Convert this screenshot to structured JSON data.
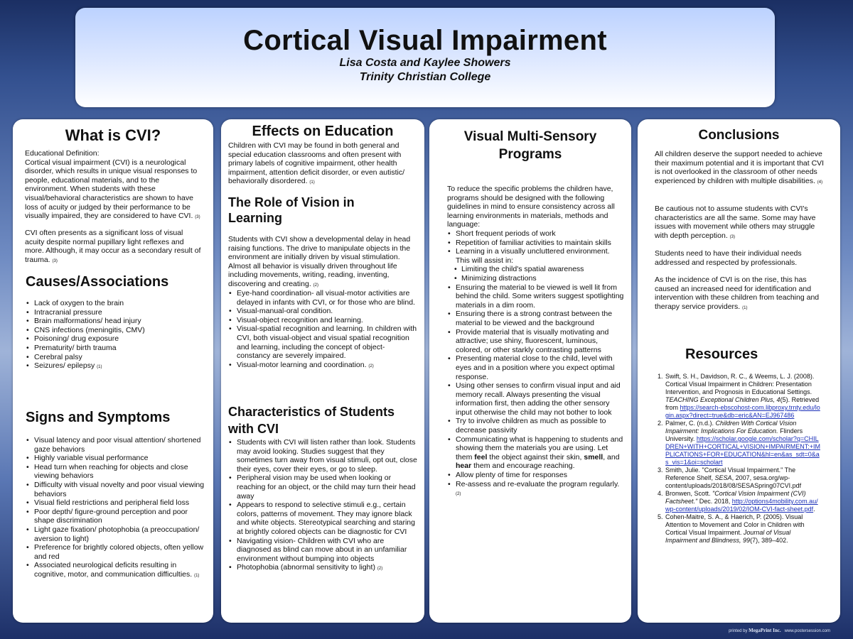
{
  "header": {
    "title": "Cortical Visual Impairment",
    "authors": "Lisa Costa and Kaylee Showers",
    "institution": "Trinity Christian College"
  },
  "what_is_cvi": {
    "heading": "What is CVI?",
    "p1_label": "Educational Definition:",
    "p1": "Cortical visual impairment (CVI) is a neurological disorder, which results in unique visual responses to people, educational materials, and to the environment. When students with these visual/behavioral characteristics are shown to have loss of acuity or judged by their performance to be visually impaired, they are considered to have CVI.",
    "p1_cite": "(3)",
    "p2": "CVI often presents as a significant loss of visual acuity despite normal pupillary light reflexes and more. Although, it may occur as a secondary result of trauma.",
    "p2_cite": "(3)"
  },
  "causes": {
    "heading": "Causes/Associations",
    "items": [
      "Lack of oxygen to the brain",
      "Intracranial pressure",
      "Brain malformations/ head injury",
      "CNS infections (meningitis, CMV)",
      "Poisoning/ drug exposure",
      "Prematurity/ birth trauma",
      "Cerebral palsy",
      "Seizures/ epilepsy"
    ],
    "last_cite": "(1)"
  },
  "signs": {
    "heading": "Signs and Symptoms",
    "items": [
      "Visual latency and poor visual attention/ shortened gaze behaviors",
      "Highly variable visual performance",
      "Head turn when reaching for objects and close viewing behaviors",
      "Difficulty with visual novelty and poor visual viewing behaviors",
      "Visual field restrictions and peripheral field loss",
      "Poor depth/ figure-ground perception and poor shape discrimination",
      "Light gaze fixation/ photophobia (a preoccupation/ aversion to light)",
      "Preference for brightly colored objects, often yellow and red",
      "Associated neurological deficits resulting in cognitive, motor, and communication difficulties."
    ],
    "last_cite": "(1)"
  },
  "effects": {
    "heading": "Effects on Education",
    "p1": "Children with CVI may be found in both general and special education classrooms and often present with primary labels of cognitive impairment, other health impairment, attention deficit disorder, or even autistic/ behaviorally disordered.",
    "p1_cite": "(1)"
  },
  "role": {
    "heading": "The Role of Vision in Learning",
    "p1": "Students with CVI show a developmental delay in head raising functions. The drive to manipulate objects in the environment are initially driven by visual stimulation. Almost all behavior is visually driven throughout life including movements, writing, reading, inventing, discovering and creating.",
    "p1_cite": "(2)",
    "items": [
      "Eye-hand coordination- all visual-motor activities are delayed in infants with CVI, or for those who are blind.",
      "Visual-manual-oral condition.",
      "Visual-object recognition and learning.",
      "Visual-spatial recognition and learning. In children with CVI, both visual-object and visual spatial recognition and learning, including the concept of object-constancy are severely impaired.",
      "Visual-motor learning and coordination."
    ],
    "last_cite": "(2)"
  },
  "characteristics": {
    "heading": "Characteristics of Students with CVI",
    "items": [
      "Students with CVI will listen rather than look. Students may avoid looking. Studies suggest that they sometimes turn away from visual stimuli, opt out, close their eyes, cover their eyes, or go to sleep.",
      "Peripheral vision may be used when looking or reaching for an object, or the child may turn their head away",
      "Appears to respond to selective stimuli e.g., certain colors, patterns of movement. They may ignore black and white objects. Stereotypical searching and staring at brightly colored objects can be diagnostic for CVI",
      "Navigating vision- Children with CVI who are diagnosed as blind can move about in an unfamiliar environment without bumping into objects",
      "Photophobia (abnormal sensitivity to light)"
    ],
    "last_cite": "(2)"
  },
  "programs": {
    "heading": "Visual Multi-Sensory Programs",
    "intro": "To reduce the specific problems the children have, programs should be designed with the following guidelines in mind to ensure consistency across all learning environments in materials, methods and language:",
    "items": [
      {
        "text": "Short frequent periods of work",
        "sub": false
      },
      {
        "text": "Repetition of familiar activities to maintain skills",
        "sub": false
      },
      {
        "text": "Learning in a visually uncluttered environment. This will assist in:",
        "sub": false
      },
      {
        "text": "Limiting the child's spatial awareness",
        "sub": true
      },
      {
        "text": "Minimizing distractions",
        "sub": true
      },
      {
        "text": "Ensuring the material to be viewed is well lit from behind the child. Some writers suggest spotlighting materials in a dim room.",
        "sub": false
      },
      {
        "text": "Ensuring there is a strong contrast between the material to be viewed and the background",
        "sub": false
      },
      {
        "text": "Provide material that is visually motivating and attractive; use shiny, fluorescent, luminous, colored, or other starkly contrasting patterns",
        "sub": false
      },
      {
        "text": "Presenting material close to the child, level with eyes and in a position where you expect optimal response.",
        "sub": false
      },
      {
        "text": "Using other senses to confirm visual input and aid memory recall. Always presenting the visual information first, then adding the other sensory input otherwise the child may not bother to look",
        "sub": false
      },
      {
        "text": "Try to involve children as much as possible to decrease passivity",
        "sub": false
      }
    ],
    "comm_pre": "Communicating what is happening to students and showing them the materials you are using. Let them ",
    "comm_feel": "feel",
    "comm_mid1": " the object against their skin, ",
    "comm_smell": "smell",
    "comm_mid2": ", and ",
    "comm_hear": "hear",
    "comm_post": " them and encourage reaching.",
    "items_end": [
      "Allow plenty of time for responses",
      "Re-assess and re-evaluate the program regularly."
    ],
    "last_cite": "(2)"
  },
  "conclusions": {
    "heading": "Conclusions",
    "p1": "All children deserve the support needed to achieve their maximum potential and it is important that CVI is not overlooked in the classroom of other needs experienced by children with multiple disabilities.",
    "p1_cite": "(4)",
    "p2": "Be cautious not to assume students with CVI's characteristics are all the same. Some may have issues with movement while others may struggle with depth perception.",
    "p2_cite": "(3)",
    "p3": "Students need to have their individual needs addressed and respected by professionals.",
    "p4": "As the incidence of CVI is on the rise, this has caused an increased need for identification and intervention with these children from teaching and therapy service providers.",
    "p4_cite": "(1)"
  },
  "resources": {
    "heading": "Resources",
    "r1_num": "1.",
    "r1_a": "Swift, S. H., Davidson, R. C., & Weems, L. J. (2008). Cortical Visual Impairment in Children: Presentation Intervention, and Prognosis in Educational Settings. ",
    "r1_i": "TEACHING Exceptional Children Plus, 4",
    "r1_b": "(5). Retrieved from ",
    "r1_link": "https://search-ebscohost-com.libproxy.trnty.edu/login.aspx?direct=true&db=eric&AN=EJ967486",
    "r2_num": "2.",
    "r2_a": "Palmer, C. (n.d.). ",
    "r2_i": "Children With Cortical Vision Impairment: Implications For Education.",
    "r2_b": " Flinders University. ",
    "r2_link": "https://scholar.google.com/scholar?q=CHILDREN+WITH+CORTICAL+VISION+IMPAIRMENT:+IMPLICATIONS+FOR+EDUCATION&hl=en&as_sdt=0&as_vis=1&oi=scholart",
    "r3_num": "3.",
    "r3_a": "Smith, Julie. \"Cortical Visual Impairment.\" The Reference Shelf, ",
    "r3_i": "SESA",
    "r3_b": ", 2007, sesa.org/wp-content/uploads/2018/08/SESASpring07CVI.pdf",
    "r4_num": "4.",
    "r4_a": "Bronwen, Scott. ",
    "r4_i": "\"Cortical Vision Impairment (CVI) Factsheet.\"",
    "r4_b": " Dec. 2018, ",
    "r4_link": "http://options4mobility.com.au/wp-content/uploads/2019/02/IOM-CVI-fact-sheet.pdf",
    "r4_c": ".",
    "r5_num": "5.",
    "r5_a": "Cohen-Maitre, S. A., & Haerich, P. (2005). Visual Attention to Movement and Color in Children with Cortical Visual Impairment. ",
    "r5_i": "Journal of Visual Impairment and Blindness, 99",
    "r5_b": "(7), 389–402."
  },
  "footer": {
    "printed_by": "printed by",
    "printer": "MegaPrint Inc.",
    "site": "www.postersession.com"
  }
}
